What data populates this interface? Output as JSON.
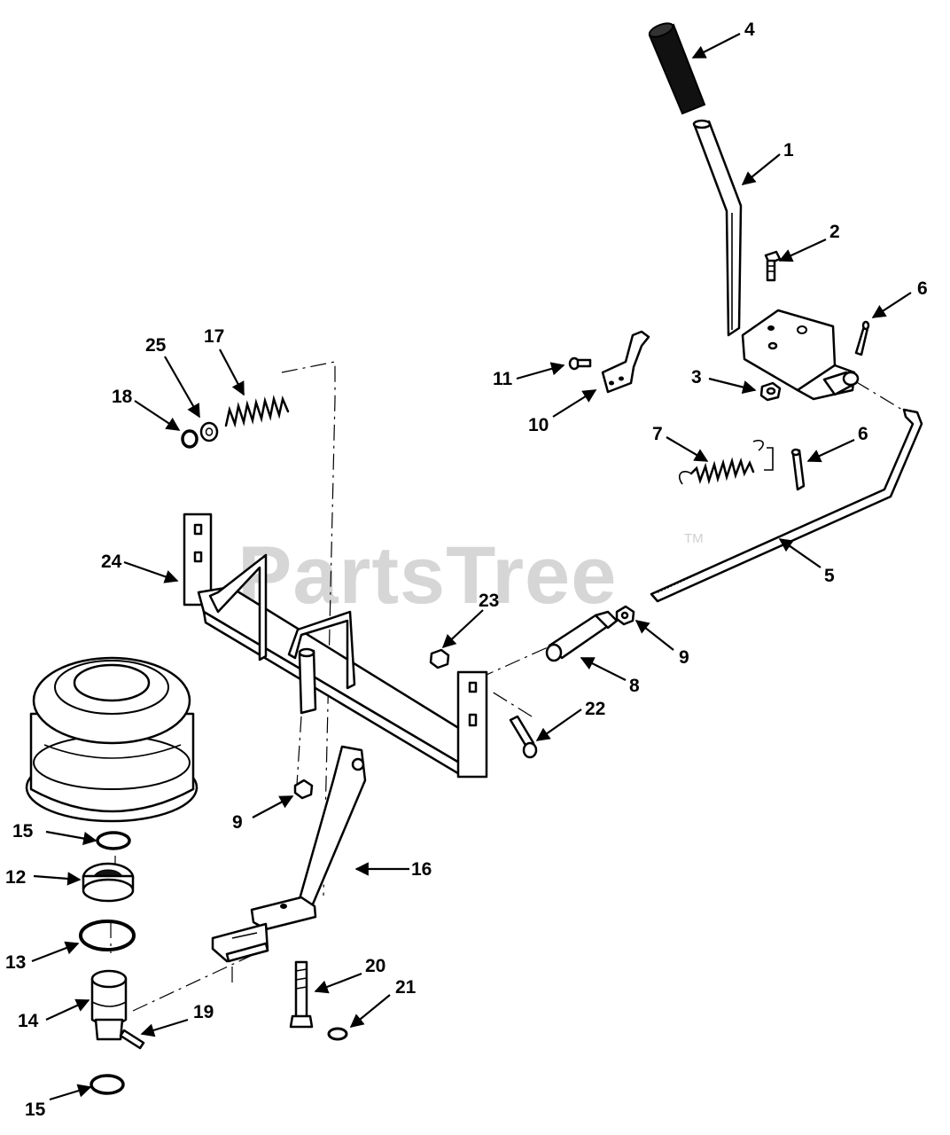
{
  "watermark": {
    "text": "PartsTree",
    "trademark": "TM"
  },
  "callouts": [
    {
      "id": "c4",
      "label": "4"
    },
    {
      "id": "c1",
      "label": "1"
    },
    {
      "id": "c2",
      "label": "2"
    },
    {
      "id": "c6a",
      "label": "6"
    },
    {
      "id": "c3",
      "label": "3"
    },
    {
      "id": "c11",
      "label": "11"
    },
    {
      "id": "c10",
      "label": "10"
    },
    {
      "id": "c17",
      "label": "17"
    },
    {
      "id": "c25",
      "label": "25"
    },
    {
      "id": "c18",
      "label": "18"
    },
    {
      "id": "c7",
      "label": "7"
    },
    {
      "id": "c6b",
      "label": "6"
    },
    {
      "id": "c24",
      "label": "24"
    },
    {
      "id": "c5",
      "label": "5"
    },
    {
      "id": "c23",
      "label": "23"
    },
    {
      "id": "c9a",
      "label": "9"
    },
    {
      "id": "c8",
      "label": "8"
    },
    {
      "id": "c22",
      "label": "22"
    },
    {
      "id": "c9b",
      "label": "9"
    },
    {
      "id": "c16",
      "label": "16"
    },
    {
      "id": "c15a",
      "label": "15"
    },
    {
      "id": "c12",
      "label": "12"
    },
    {
      "id": "c13",
      "label": "13"
    },
    {
      "id": "c14",
      "label": "14"
    },
    {
      "id": "c19",
      "label": "19"
    },
    {
      "id": "c20",
      "label": "20"
    },
    {
      "id": "c21",
      "label": "21"
    },
    {
      "id": "c15b",
      "label": "15"
    }
  ]
}
